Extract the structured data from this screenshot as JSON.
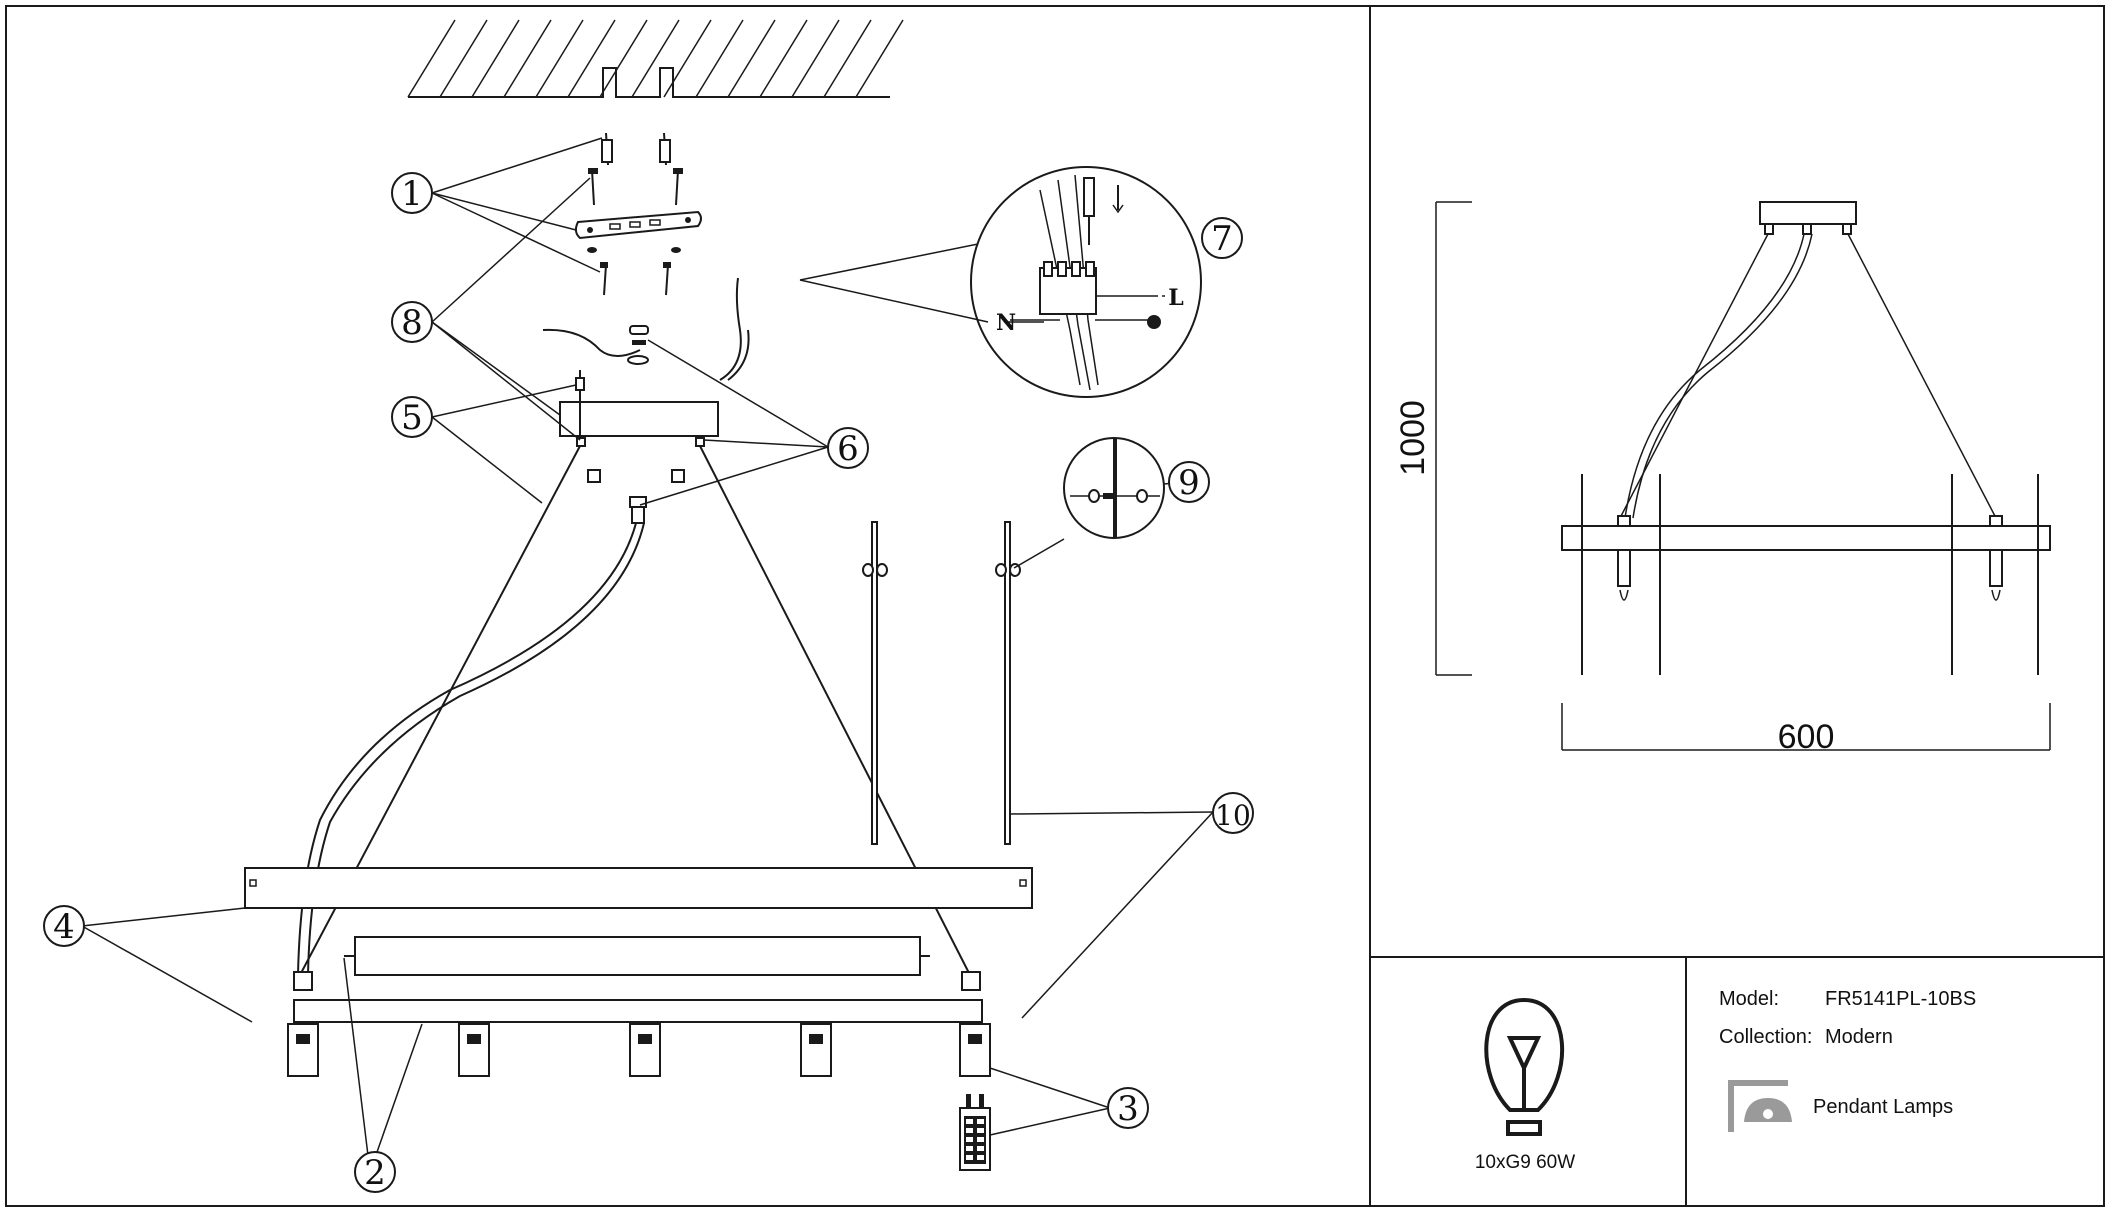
{
  "callouts": [
    "1",
    "2",
    "3",
    "4",
    "5",
    "6",
    "7",
    "8",
    "9",
    "10"
  ],
  "wiring": {
    "neutral": "N",
    "live": "L"
  },
  "dimensions": {
    "height": "1000",
    "width": "600"
  },
  "bulb": {
    "spec": "10xG9 60W",
    "icon": "light-bulb-icon"
  },
  "specs": {
    "model_label": "Model:",
    "model_value": "FR5141PL-10BS",
    "collection_label": "Collection:",
    "collection_value": "Modern",
    "category": "Pendant Lamps",
    "category_icon": "pendant-lamp-icon"
  },
  "colors": {
    "ink": "#1a1a1a",
    "icon_gray": "#9a9a9a"
  }
}
